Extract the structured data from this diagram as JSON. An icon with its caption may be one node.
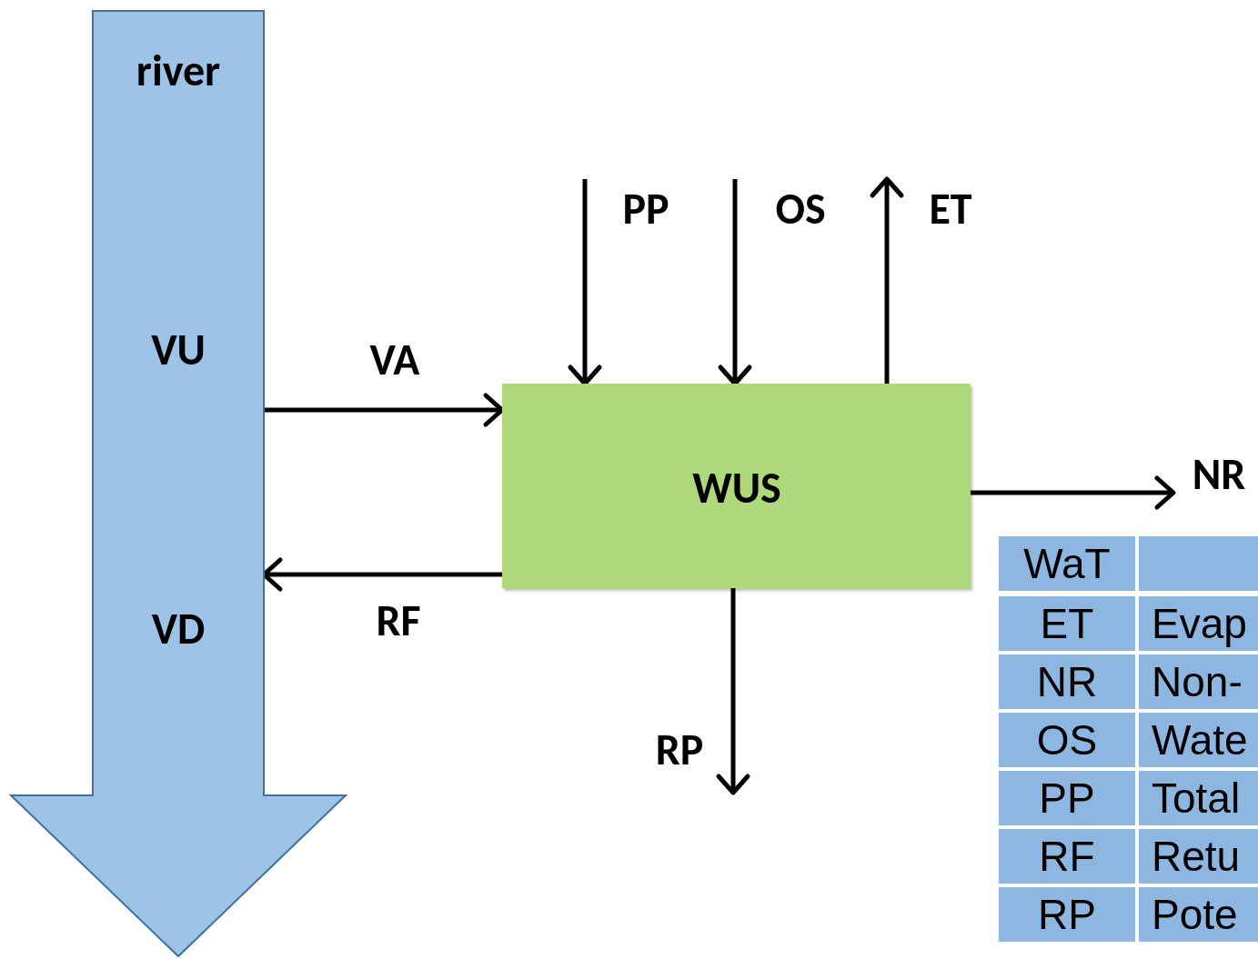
{
  "diagram": {
    "nodes": [
      {
        "text": [
          "river",
          "VU",
          "VD"
        ]
      },
      {
        "text": [
          "WUS"
        ]
      }
    ],
    "edges": [
      {
        "from": null,
        "to": 1,
        "arrow": "to",
        "label": "PP"
      },
      {
        "from": null,
        "to": 1,
        "arrow": "to",
        "label": "OS"
      },
      {
        "from": 0,
        "to": 1,
        "arrow": "to",
        "label": "VA"
      },
      {
        "from": 1,
        "to": 0,
        "arrow": "to",
        "label": "RF"
      },
      {
        "from": 1,
        "to": null,
        "arrow": "to",
        "label": "ET"
      },
      {
        "from": 1,
        "to": null,
        "arrow": "to",
        "label": "NR"
      },
      {
        "from": 1,
        "to": null,
        "arrow": "to",
        "label": "RP"
      }
    ],
    "labels": [
      "WaT",
      "ET",
      "Evap",
      "NR",
      "Non-",
      "OS",
      "Wate",
      "PP",
      "Total",
      "RF",
      "Retu",
      "RP",
      "Pote"
    ]
  }
}
